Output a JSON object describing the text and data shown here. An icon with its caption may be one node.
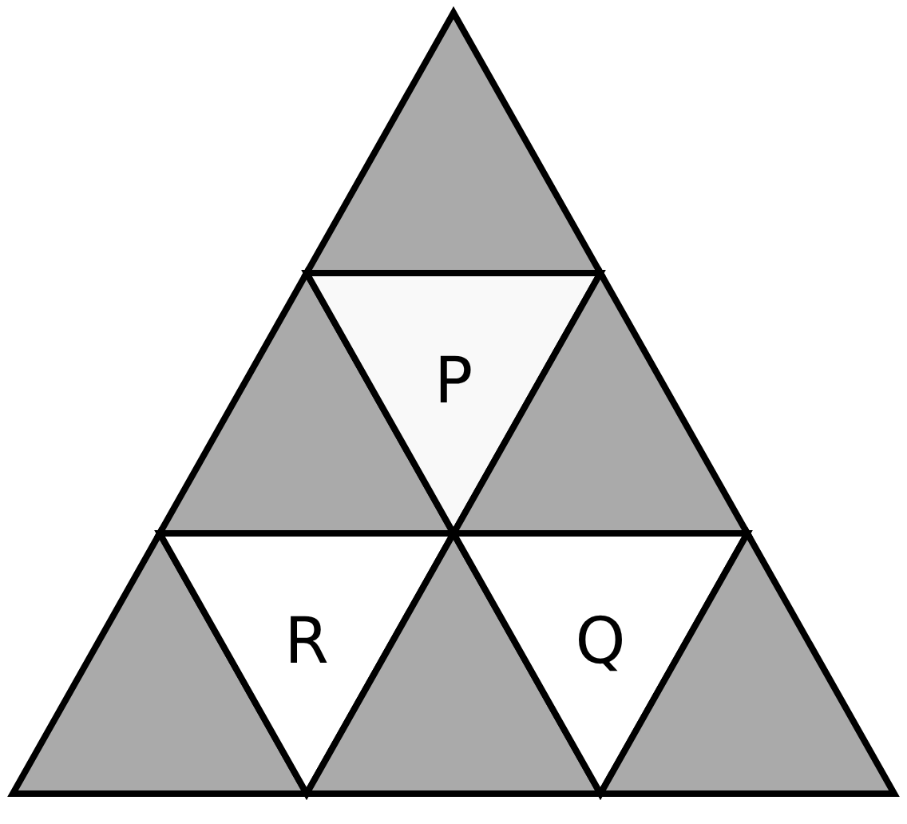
{
  "diagram": {
    "nodes": [
      {
        "text": [],
        "shape": "triangle"
      },
      {
        "text": [],
        "shape": "triangle"
      },
      {
        "text": [
          "P"
        ]
      },
      {
        "text": [],
        "shape": "triangle"
      },
      {
        "text": [],
        "shape": "triangle"
      },
      {
        "text": [
          "R"
        ]
      },
      {
        "text": [],
        "shape": "triangle"
      },
      {
        "text": [
          "Q"
        ]
      },
      {
        "text": [],
        "shape": "triangle"
      }
    ],
    "edges": []
  }
}
